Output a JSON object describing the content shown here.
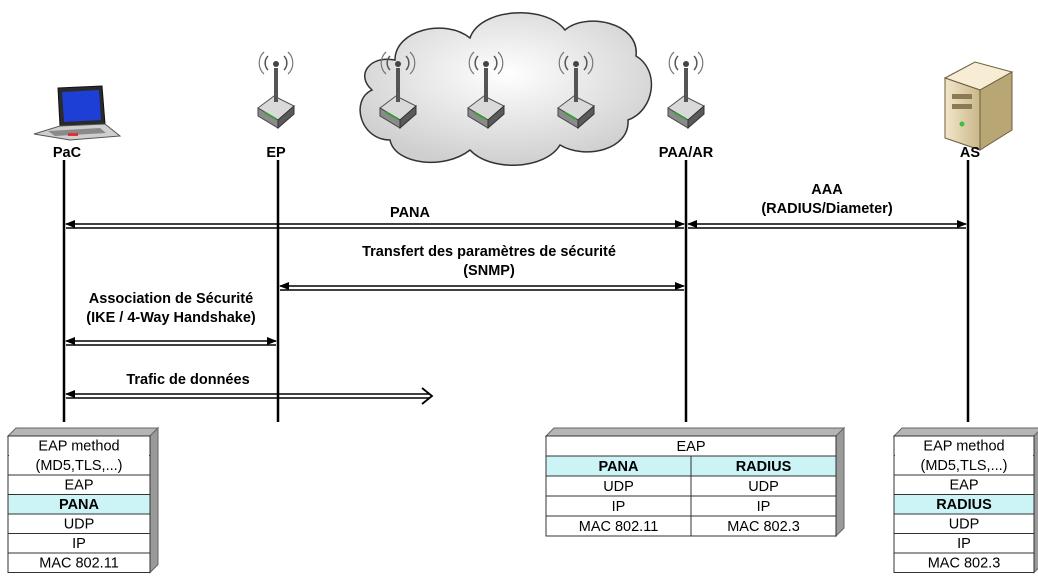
{
  "entities": [
    {
      "id": "pac",
      "label": "PaC",
      "icon": "laptop-icon"
    },
    {
      "id": "ep",
      "label": "EP",
      "icon": "access-point-icon"
    },
    {
      "id": "paa",
      "label": "PAA/AR",
      "icon": "access-point-icon"
    },
    {
      "id": "as",
      "label": "AS",
      "icon": "server-icon"
    }
  ],
  "cloud_icon": "network-cloud-icon",
  "messages": {
    "pana": {
      "label": "PANA"
    },
    "aaa": {
      "line1": "AAA",
      "line2": "(RADIUS/Diameter)"
    },
    "transfer": {
      "line1": "Transfert des paramètres de sécurité",
      "line2": "(SNMP)"
    },
    "association": {
      "line1": "Association de Sécurité",
      "line2": "(IKE / 4-Way Handshake)"
    },
    "trafic": {
      "label": "Trafic de données"
    }
  },
  "stacks": {
    "pac": [
      "EAP method",
      "(MD5,TLS,...)",
      "EAP",
      "PANA",
      "UDP",
      "IP",
      "MAC 802.11"
    ],
    "paa_top": "EAP",
    "paa_rows": [
      [
        "PANA",
        "RADIUS"
      ],
      [
        "UDP",
        "UDP"
      ],
      [
        "IP",
        "IP"
      ],
      [
        "MAC 802.11",
        "MAC 802.3"
      ]
    ],
    "as": [
      "EAP method",
      "(MD5,TLS,...)",
      "EAP",
      "RADIUS",
      "UDP",
      "IP",
      "MAC 802.3"
    ]
  },
  "colors": {
    "highlight": "#ccf3f5",
    "stack_shade": "#9a9a9a",
    "line": "#000000"
  }
}
